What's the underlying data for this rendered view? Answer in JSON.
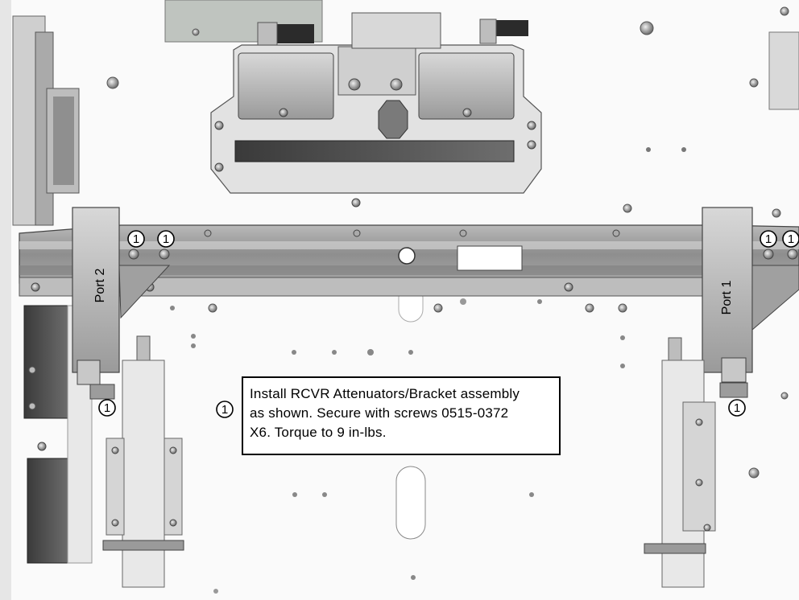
{
  "ports": [
    {
      "id": "port-2",
      "label": "Port 2"
    },
    {
      "id": "port-1",
      "label": "Port 1"
    }
  ],
  "callout_marker": "1",
  "callout": {
    "lines": [
      "Install RCVR Attenuators/Bracket assembly",
      "as shown. Secure with screws 0515-0372",
      "X6. Torque to 9 in-lbs."
    ]
  },
  "markers": [
    {
      "id": "m1",
      "label": "1"
    },
    {
      "id": "m2",
      "label": "1"
    },
    {
      "id": "m3",
      "label": "1"
    },
    {
      "id": "m4",
      "label": "1"
    },
    {
      "id": "m5",
      "label": "1"
    },
    {
      "id": "m6",
      "label": "1"
    }
  ]
}
